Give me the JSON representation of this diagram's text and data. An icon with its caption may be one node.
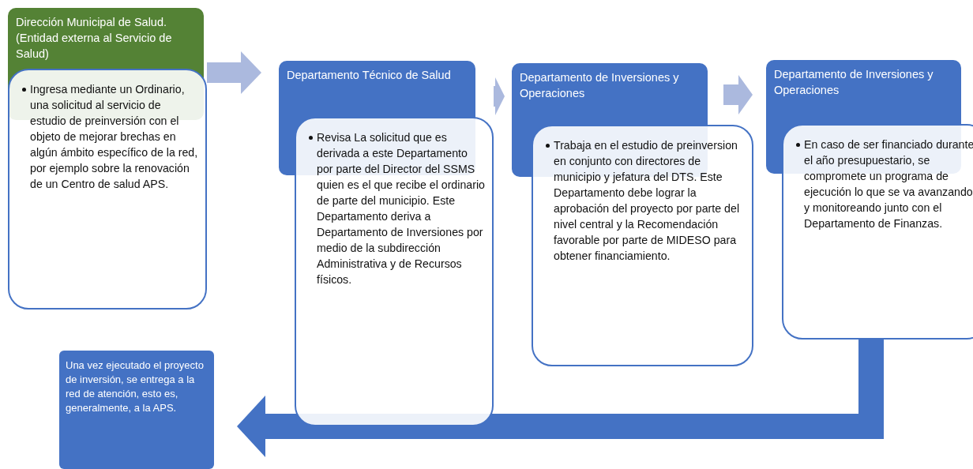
{
  "diagram": {
    "nodes": [
      {
        "text": [
          "Dirección Municipal de Salud. (Entidad externa al Servicio de Salud)",
          "Ingresa mediante un Ordinario, una solicitud al servicio de estudio de preinversión con el objeto de mejorar brechas en algún ámbito específico de la red, por ejemplo sobre la renovación de un Centro de salud APS."
        ]
      },
      {
        "text": [
          "Departamento Técnico de Salud",
          "Revisa La solicitud que es derivada a este Departamento por parte del Director del SSMS quien es el que recibe el ordinario de parte del municipio. Este Departamento deriva a Departamento de Inversiones por medio de la subdirección Administrativa y de Recursos físicos."
        ]
      },
      {
        "text": [
          "Departamento de Inversiones y Operaciones",
          "Trabaja en el estudio de preinversion en conjunto con directores de municipio y jefatura del DTS. Este Departamento debe lograr la aprobación del proyecto por parte del nivel central y la Recomendación favorable por parte de MIDESO para obtener financiamiento."
        ]
      },
      {
        "text": [
          "Departamento de Inversiones y Operaciones",
          "En caso de ser financiado durante el año presupuestario, se compromete un programa de ejecución lo que se va avanzando y monitoreando junto con el Departamento de Finanzas."
        ]
      },
      {
        "text": [
          "Una vez ejecutado el proyecto de inversión, se entrega a la red de atención, esto es, generalmente, a la APS."
        ]
      }
    ],
    "edges": [
      {
        "from": 0,
        "to": 1,
        "arrow": "to"
      },
      {
        "from": 1,
        "to": 2,
        "arrow": "to"
      },
      {
        "from": 2,
        "to": 3,
        "arrow": "to"
      },
      {
        "from": 3,
        "to": 4,
        "arrow": "to",
        "color": "#4472c4"
      }
    ]
  }
}
